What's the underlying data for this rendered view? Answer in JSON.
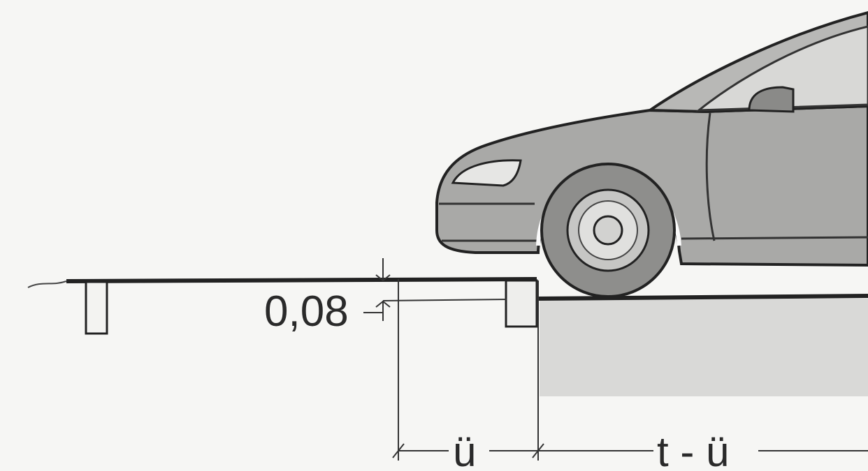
{
  "diagram": {
    "labels": {
      "height_value": "0,08",
      "overhang_symbol": "ü",
      "remaining_depth": "t - ü"
    }
  }
}
